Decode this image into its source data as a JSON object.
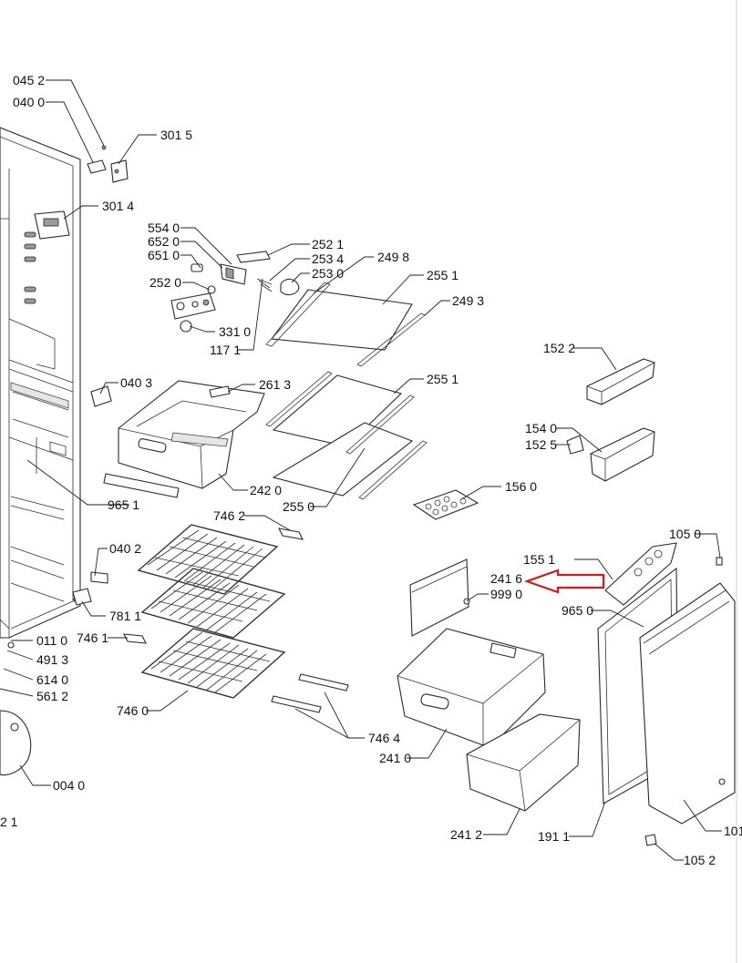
{
  "labels": {
    "l_0452": "045 2",
    "l_0400": "040 0",
    "l_3015": "301 5",
    "l_3014": "301 4",
    "l_5540": "554 0",
    "l_6520": "652 0",
    "l_6510": "651 0",
    "l_2520": "252 0",
    "l_3310": "331 0",
    "l_1171": "117 1",
    "l_2521": "252 1",
    "l_2534": "253 4",
    "l_2530": "253 0",
    "l_2498": "249 8",
    "l_2551a": "255 1",
    "l_2493": "249 3",
    "l_0403": "040 3",
    "l_2613": "261 3",
    "l_2551b": "255 1",
    "l_2420": "242 0",
    "l_2550": "255 0",
    "l_9651": "965 1",
    "l_1522": "152 2",
    "l_1540": "154 0",
    "l_1525": "152 5",
    "l_1560": "156 0",
    "l_7462": "746 2",
    "l_0402": "040 2",
    "l_7811": "781 1",
    "l_7461": "746 1",
    "l_0110": "011 0",
    "l_4913": "491 3",
    "l_6140": "614 0",
    "l_5612": "561 2",
    "l_7460": "746 0",
    "l_7464": "746 4",
    "l_0040": "004 0",
    "l_21": "2 1",
    "l_1050": "105 0",
    "l_1551": "155 1",
    "l_2416": "241 6",
    "l_9990": "999 0",
    "l_9650": "965 0",
    "l_2410": "241 0",
    "l_2412": "241 2",
    "l_1911": "191 1",
    "l_101": "101",
    "l_1052": "105 2"
  },
  "highlight": {
    "target_label": "241 6",
    "arrow_color": "#d11a1a"
  }
}
